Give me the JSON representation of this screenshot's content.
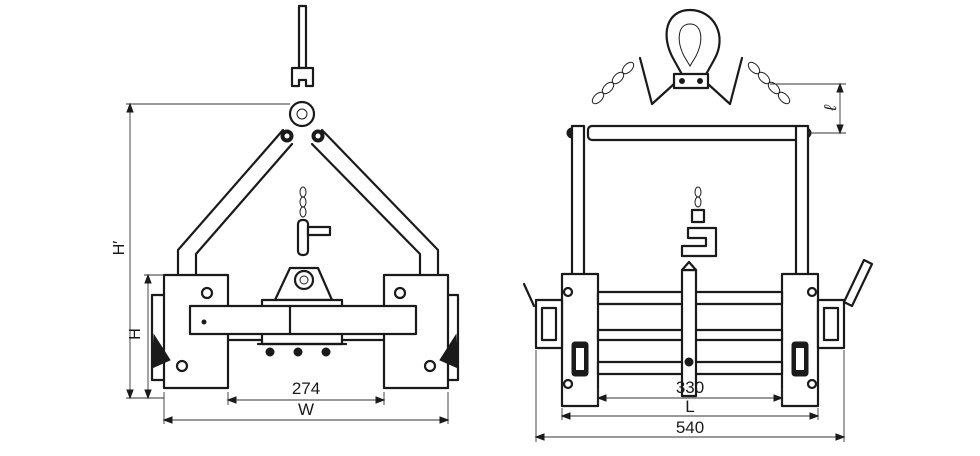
{
  "front_view": {
    "dimensions": {
      "jaw_span": "274",
      "width": "W",
      "height_open": "H′",
      "height": "H"
    }
  },
  "side_view": {
    "dimensions": {
      "inner_span": "330",
      "length": "L",
      "overall": "540",
      "lift_length": "ℓ"
    }
  }
}
